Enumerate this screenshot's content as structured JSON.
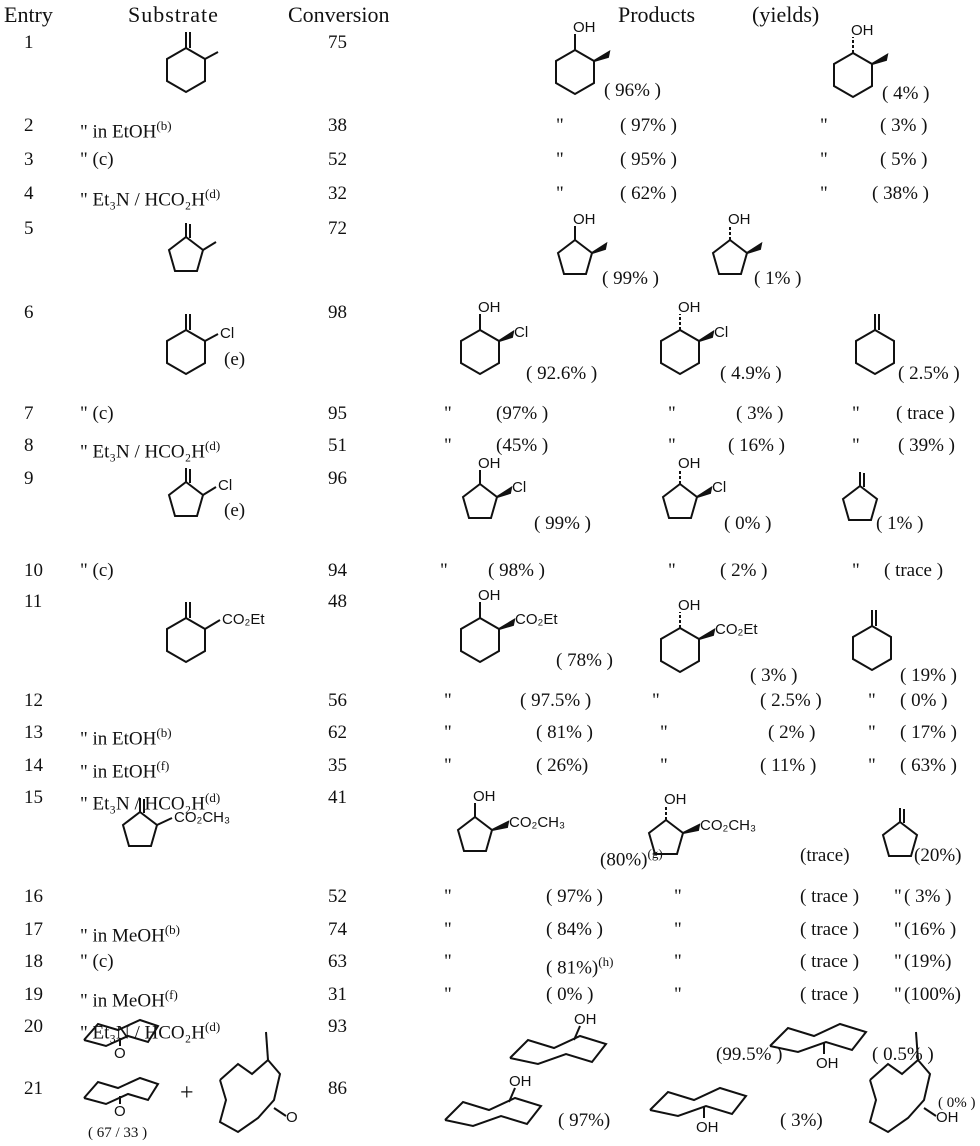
{
  "header": {
    "entry": "Entry",
    "substrate": "Substrate",
    "conversion": "Conversion",
    "products": "Products",
    "yields": "(yields)"
  },
  "molecule_labels": {
    "oh": "OH",
    "cl": "Cl",
    "co2et": "CO₂Et",
    "co2ch3": "CO₂CH₃",
    "o": "O"
  },
  "rows": [
    {
      "entry": "1",
      "substrate": "",
      "conversion": "75",
      "p1": "",
      "y1": "( 96% )",
      "p2": "",
      "y2": "( 4% )",
      "p3": "",
      "y3": ""
    },
    {
      "entry": "2",
      "substrate": "\"   in EtOH",
      "sup": "(b)",
      "conversion": "38",
      "p1": "\"",
      "y1": "( 97% )",
      "p2": "\"",
      "y2": "( 3% )",
      "p3": "",
      "y3": ""
    },
    {
      "entry": "3",
      "substrate": "\"  (c)",
      "sup": "",
      "conversion": "52",
      "p1": "\"",
      "y1": "( 95% )",
      "p2": "\"",
      "y2": "( 5% )",
      "p3": "",
      "y3": ""
    },
    {
      "entry": "4",
      "substrate": "\" Et₃N / HCO₂H",
      "sup": "(d)",
      "conversion": "32",
      "p1": "\"",
      "y1": "( 62% )",
      "p2": "\"",
      "y2": "( 38% )",
      "p3": "",
      "y3": ""
    },
    {
      "entry": "5",
      "substrate": "",
      "conversion": "72",
      "p1": "",
      "y1": "( 99% )",
      "p2": "",
      "y2": "( 1% )",
      "p3": "",
      "y3": ""
    },
    {
      "entry": "6",
      "substrate": "",
      "note": "(e)",
      "conversion": "98",
      "p1": "",
      "y1": "( 92.6% )",
      "p2": "",
      "y2": "( 4.9% )",
      "p3": "",
      "y3": "( 2.5% )"
    },
    {
      "entry": "7",
      "substrate": "\"  (c)",
      "sup": "",
      "conversion": "95",
      "p1": "\"",
      "y1": "(97% )",
      "p2": "\"",
      "y2": "( 3% )",
      "p3": "\"",
      "y3": "( trace )"
    },
    {
      "entry": "8",
      "substrate": "\" Et₃N / HCO₂H",
      "sup": "(d)",
      "conversion": "51",
      "p1": "\"",
      "y1": "(45% )",
      "p2": "\"",
      "y2": "( 16% )",
      "p3": "\"",
      "y3": "( 39% )"
    },
    {
      "entry": "9",
      "substrate": "",
      "note": "(e)",
      "conversion": "96",
      "p1": "",
      "y1": "( 99% )",
      "p2": "",
      "y2": "( 0% )",
      "p3": "",
      "y3": "( 1% )"
    },
    {
      "entry": "10",
      "substrate": "\"  (c)",
      "sup": "",
      "conversion": "94",
      "p1": "\"",
      "y1": "( 98% )",
      "p2": "\"",
      "y2": "( 2% )",
      "p3": "\"",
      "y3": "( trace )"
    },
    {
      "entry": "11",
      "substrate": "",
      "conversion": "48",
      "p1": "",
      "y1": "( 78% )",
      "p2": "",
      "y2": "( 3% )",
      "p3": "",
      "y3": "( 19% )"
    },
    {
      "entry": "12",
      "substrate": "\" in EtOH",
      "sup": "(b)",
      "conversion": "56",
      "p1": "\"",
      "y1": "( 97.5% )",
      "p2": "\"",
      "y2": "( 2.5% )",
      "p3": "\"",
      "y3": "( 0% )"
    },
    {
      "entry": "13",
      "substrate": "\" in EtOH",
      "sup": "(f)",
      "conversion": "62",
      "p1": "\"",
      "y1": "( 81% )",
      "p2": "\"",
      "y2": "( 2% )",
      "p3": "\"",
      "y3": "( 17% )"
    },
    {
      "entry": "14",
      "substrate": "\" Et₃N / HCO₂H",
      "sup": "(d)",
      "conversion": "35",
      "p1": "\"",
      "y1": "( 26%)",
      "p2": "\"",
      "y2": "( 11% )",
      "p3": "\"",
      "y3": "( 63% )"
    },
    {
      "entry": "15",
      "substrate": "",
      "conversion": "41",
      "p1": "",
      "y1": "(80%)",
      "y1sup": "(g)",
      "p2": "",
      "y2": "(trace)",
      "p3": "",
      "y3": "(20%)"
    },
    {
      "entry": "16",
      "substrate": "\" in MeOH",
      "sup": "(b)",
      "conversion": "52",
      "p1": "\"",
      "y1": "( 97% )",
      "p2": "\"",
      "y2": "( trace )",
      "p3": "\"",
      "y3": "( 3% )"
    },
    {
      "entry": "17",
      "substrate": "\" (c)",
      "sup": "",
      "conversion": "74",
      "p1": "\"",
      "y1": "( 84% )",
      "p2": "\"",
      "y2": "( trace )",
      "p3": "\"",
      "y3": "(16% )"
    },
    {
      "entry": "18",
      "substrate": "\" in MeOH",
      "sup": "(f)",
      "conversion": "63",
      "p1": "\"",
      "y1": "( 81%)",
      "y1sup": "(h)",
      "p2": "\"",
      "y2": "( trace )",
      "p3": "\"",
      "y3": "(19%)"
    },
    {
      "entry": "19",
      "substrate": "\" Et₃N / HCO₂H",
      "sup": "(d)",
      "conversion": "31",
      "p1": "\"",
      "y1": "( 0% )",
      "p2": "\"",
      "y2": "( trace )",
      "p3": "\"",
      "y3": "(100%)"
    },
    {
      "entry": "20",
      "substrate": "",
      "conversion": "93",
      "p1": "",
      "y1": "(99.5% )",
      "p2": "",
      "y2": "( 0.5% )",
      "p3": "",
      "y3": ""
    },
    {
      "entry": "21",
      "substrate": "",
      "ratio": "( 67 / 33 )",
      "plus": "+",
      "conversion": "86",
      "p1": "",
      "y1": "( 97%)",
      "p2": "",
      "y2": "( 3%)",
      "p3": "",
      "y3": "( 0% )"
    }
  ]
}
